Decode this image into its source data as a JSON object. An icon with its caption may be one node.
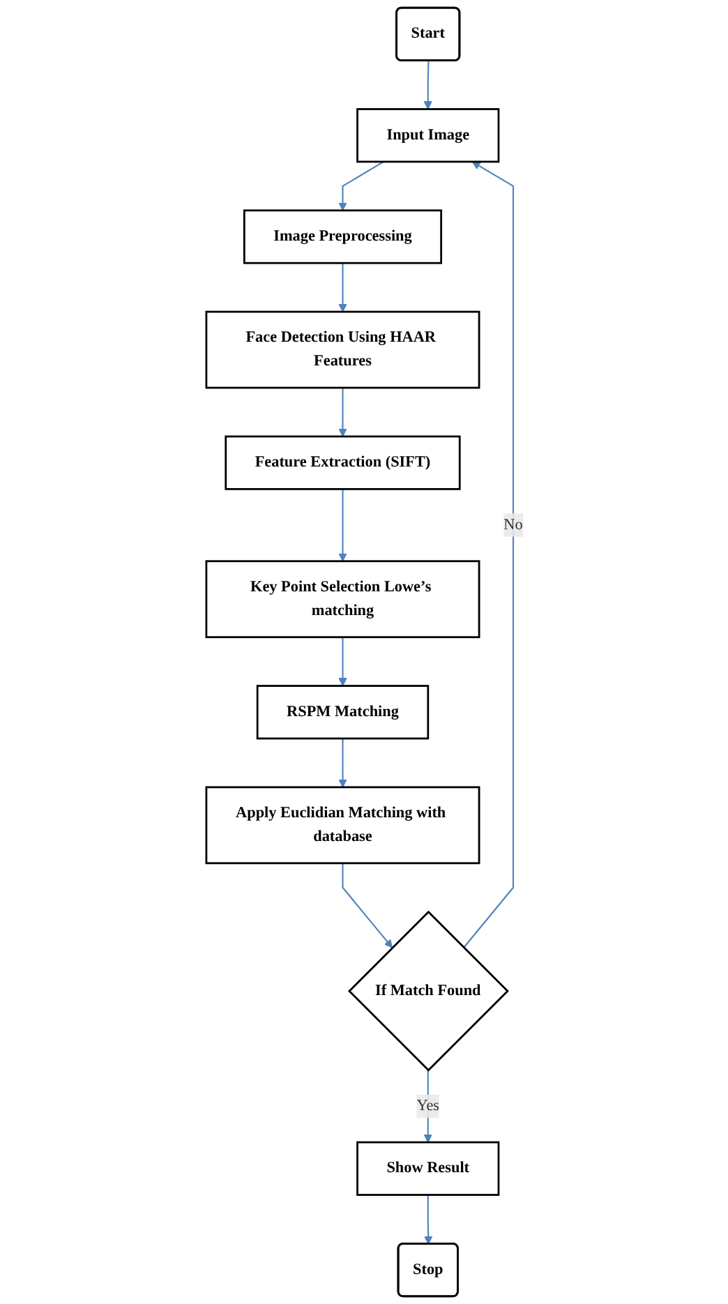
{
  "diagram": {
    "nodes": [
      {
        "text": [
          "Start"
        ]
      },
      {
        "text": [
          "Input Image"
        ]
      },
      {
        "text": [
          "Image Preprocessing"
        ]
      },
      {
        "text": [
          "Face Detection Using HAAR Features"
        ]
      },
      {
        "text": [
          "Feature Extraction (SIFT)"
        ]
      },
      {
        "text": [
          "Key Point Selection Lowe’s matching"
        ]
      },
      {
        "text": [
          "RSPM Matching"
        ]
      },
      {
        "text": [
          "Apply Euclidian Matching with database"
        ]
      },
      {
        "text": [
          "If Match Found"
        ]
      },
      {
        "text": [
          "Show Result"
        ]
      },
      {
        "text": [
          "Stop"
        ]
      }
    ],
    "edges": [
      {
        "from": 0,
        "to": 1,
        "arrow": "to"
      },
      {
        "from": 1,
        "to": 2,
        "arrow": "to"
      },
      {
        "from": 2,
        "to": 3,
        "arrow": "to"
      },
      {
        "from": 3,
        "to": 4,
        "arrow": "to"
      },
      {
        "from": 4,
        "to": 5,
        "arrow": "to"
      },
      {
        "from": 5,
        "to": 6,
        "arrow": "to"
      },
      {
        "from": 6,
        "to": 7,
        "arrow": "to"
      },
      {
        "from": 7,
        "to": 8,
        "arrow": "to"
      },
      {
        "from": 8,
        "to": 9,
        "label": "Yes",
        "arrow": "to"
      },
      {
        "from": 8,
        "to": 1,
        "label": "No",
        "arrow": "to"
      },
      {
        "from": 9,
        "to": 10,
        "arrow": "to"
      }
    ]
  }
}
